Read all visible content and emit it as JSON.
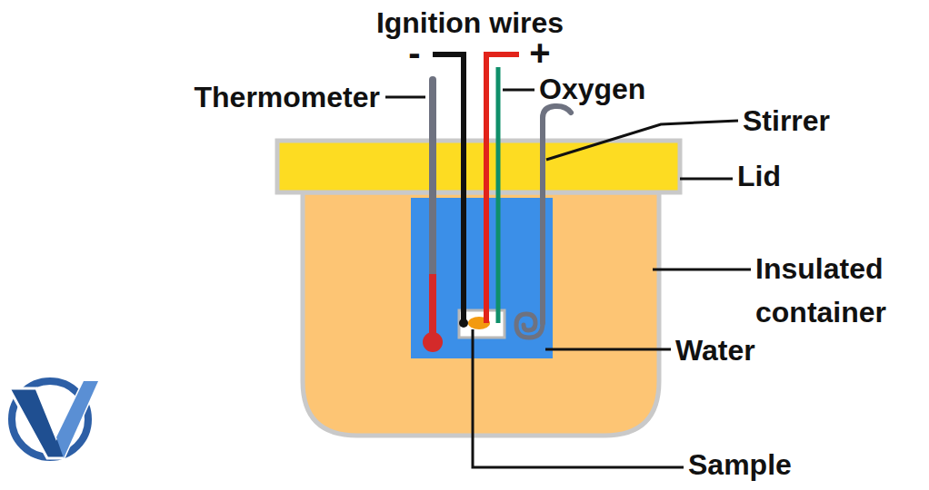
{
  "diagram": {
    "labels": [
      "Ignition wires",
      "-",
      "+",
      "Thermometer",
      "Oxygen",
      "Stirrer",
      "Lid",
      "Insulated container",
      "Water",
      "Sample"
    ]
  }
}
